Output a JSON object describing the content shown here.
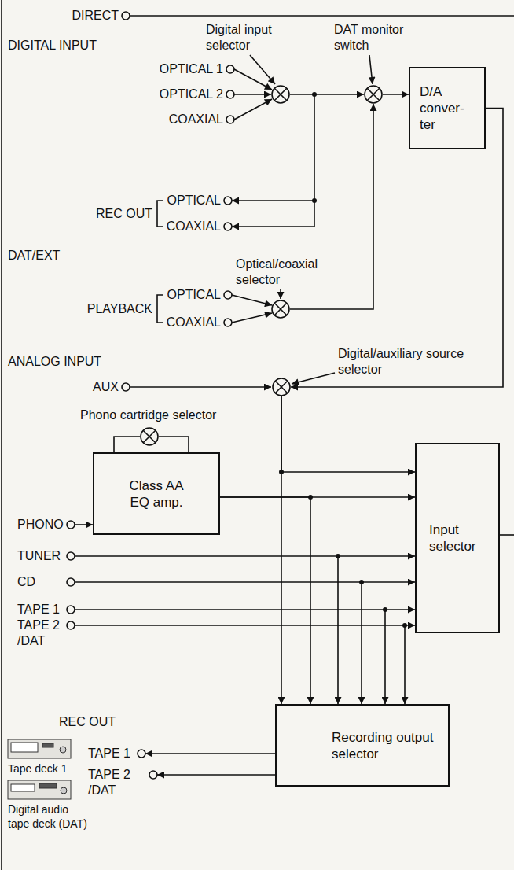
{
  "diagram": {
    "nodes": [
      {
        "text": [
          "Digital input selector"
        ]
      },
      {
        "text": [
          "DAT monitor switch"
        ]
      },
      {
        "text": [
          "D/A conver- ter"
        ]
      },
      {
        "text": [
          "Optical/coaxial selector"
        ]
      },
      {
        "text": [
          "Digital/auxiliary source selector"
        ]
      },
      {
        "text": [
          "Phono cartridge selector"
        ]
      },
      {
        "text": [
          "Class AA EQ amp."
        ]
      },
      {
        "text": [
          "Input selector"
        ]
      },
      {
        "text": [
          "Recording output selector"
        ]
      }
    ],
    "edges": [
      {
        "from": 0,
        "to": 1,
        "arrow": "to"
      },
      {
        "from": 1,
        "to": 2,
        "arrow": "to"
      },
      {
        "from": 3,
        "to": 1,
        "arrow": "to"
      },
      {
        "from": 2,
        "to": 4,
        "arrow": "to"
      },
      {
        "from": 4,
        "to": 7,
        "arrow": "to"
      },
      {
        "from": 4,
        "to": 8,
        "arrow": "to"
      },
      {
        "from": 6,
        "to": 7,
        "arrow": "to"
      },
      {
        "from": 6,
        "to": 8,
        "arrow": "to"
      },
      {
        "from": 5,
        "to": 6,
        "arrow": "none"
      }
    ],
    "labels": [
      "DIRECT",
      "DIGITAL INPUT",
      "OPTICAL 1",
      "OPTICAL 2",
      "COAXIAL",
      "OPTICAL",
      "REC OUT",
      "COAXIAL",
      "DAT/EXT",
      "OPTICAL",
      "PLAYBACK",
      "COAXIAL",
      "ANALOG INPUT",
      "AUX",
      "PHONO",
      "TUNER",
      "CD",
      "TAPE 1",
      "TAPE 2 /DAT",
      "REC OUT",
      "TAPE 1",
      "TAPE 2 /DAT",
      "Tape deck 1",
      "Digital audio tape deck (DAT)"
    ]
  }
}
